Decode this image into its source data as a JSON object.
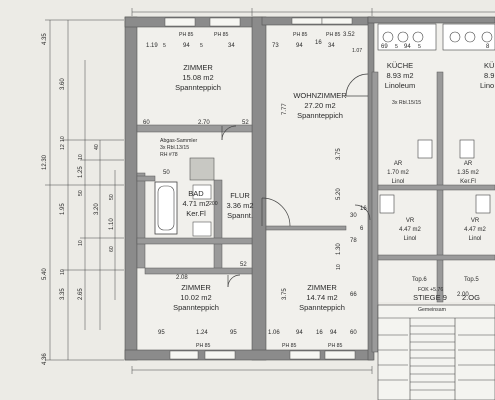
{
  "rooms": {
    "zimmer_top": {
      "name": "ZIMMER",
      "area": "15.08 m2",
      "floor": "Spannteppich"
    },
    "wohnzimmer": {
      "name": "WOHNZIMMER",
      "area": "27.20 m2",
      "floor": "Spannteppich"
    },
    "kueche": {
      "name": "KÜCHE",
      "area": "8.93 m2",
      "floor": "Linoleum"
    },
    "kueche_right": {
      "name": "KÜ",
      "area": "8.9",
      "floor": "Lino"
    },
    "bad": {
      "name": "BAD",
      "area": "4.71 m2",
      "floor": "Ker.Fl"
    },
    "flur": {
      "name": "FLUR",
      "area": "3.36 m2",
      "floor": "Spannt."
    },
    "zimmer_bottom_left": {
      "name": "ZIMMER",
      "area": "10.02 m2",
      "floor": "Spannteppich"
    },
    "zimmer_bottom_mid": {
      "name": "ZIMMER",
      "area": "14.74 m2",
      "floor": "Spannteppich"
    },
    "ar_left": {
      "name": "AR",
      "area": "1.70 m2",
      "floor": "Linol"
    },
    "ar_right": {
      "name": "AR",
      "area": "1.35 m2",
      "floor": "Ker.Fl"
    },
    "vr_left": {
      "name": "VR",
      "area": "4.47 m2",
      "floor": "Linol"
    },
    "vr_right": {
      "name": "VR",
      "area": "4.47 m2",
      "floor": "Linol"
    }
  },
  "stair": {
    "label": "STIEGE 9",
    "level": "2.OG",
    "sub": "Gemeinsam"
  },
  "notes": {
    "heizung": "Abgas-Sammler",
    "heizung2": "3x Rbl.13/15",
    "heizung3": "RH #78",
    "kitchen_note": "3x Rbl.15/15",
    "top6": "Top.6",
    "top5": "Top.5",
    "fok": "FOK +5.76"
  },
  "dims": {
    "top_row": [
      "1.19",
      "5",
      "94",
      "5",
      "34",
      "73",
      "94",
      "16",
      "34",
      "3.52",
      "1.07",
      "69",
      "5",
      "94",
      "5",
      "8"
    ],
    "top_ph": [
      "PH 85",
      "PH 85",
      "PH 85",
      "PH 85"
    ],
    "bottom_row": [
      "95",
      "1.24",
      "95",
      "1.06",
      "94",
      "16",
      "94",
      "60"
    ],
    "bottom_ph": [
      "PH 85",
      "PH 85",
      "PH 85"
    ],
    "left_outer": [
      "12.30",
      "5.40",
      "3.35",
      "4.35",
      "4.36"
    ],
    "left_mid": [
      "3.60",
      "10",
      "1.25",
      "10",
      "50",
      "1.95",
      "10",
      "2.65",
      "10",
      "12"
    ],
    "left_inner": [
      "3.20",
      "40",
      "1.10",
      "50",
      "60"
    ],
    "mid_vertical": [
      "7.77",
      "3.75",
      "5.20",
      "3.75",
      "1.30",
      "10"
    ],
    "inner_w": [
      "2.70",
      "2.08",
      "52",
      "52",
      "60",
      "50",
      "30",
      "66",
      "6",
      "16",
      "78",
      "2.00",
      "200"
    ]
  }
}
